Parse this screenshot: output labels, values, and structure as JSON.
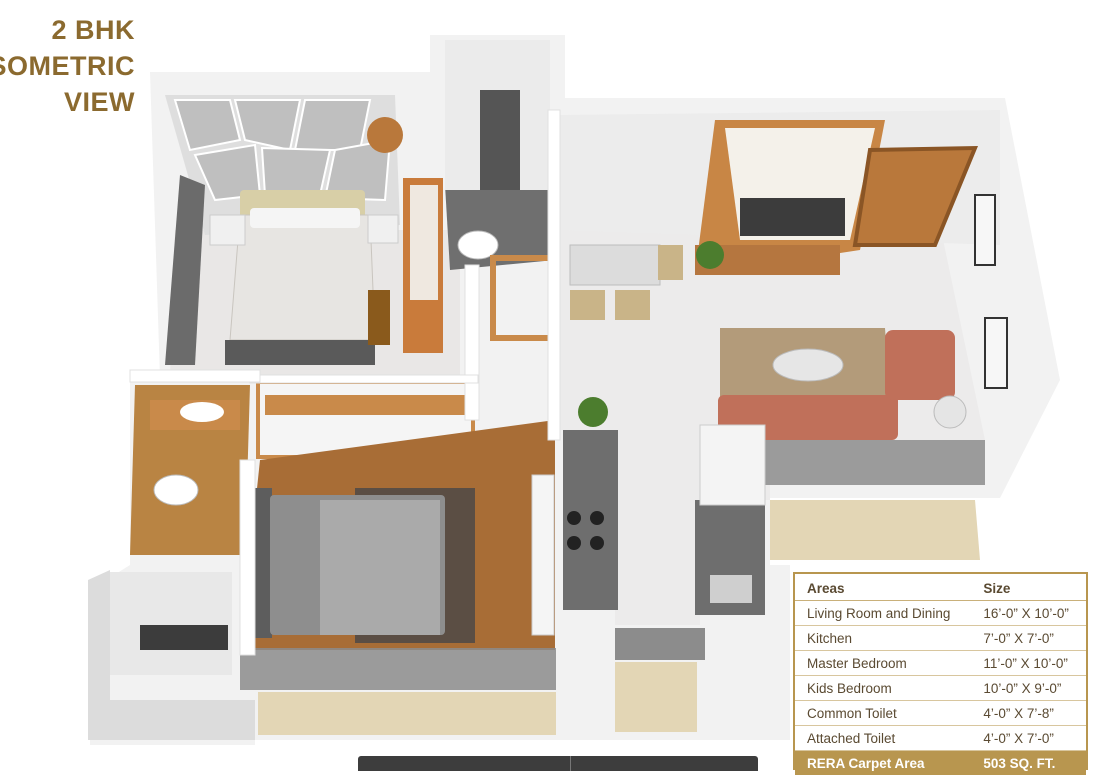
{
  "title": {
    "line1": "2 BHK",
    "line2": "ISOMETRIC",
    "line3": "VIEW"
  },
  "area_table": {
    "header": {
      "areas": "Areas",
      "size": "Size"
    },
    "rows": [
      {
        "area": "Living Room and Dining",
        "size": "16’-0” X 10’-0”"
      },
      {
        "area": "Kitchen",
        "size": "7’-0” X 7’-0”"
      },
      {
        "area": "Master Bedroom",
        "size": "11’-0” X 10’-0”"
      },
      {
        "area": "Kids Bedroom",
        "size": "10’-0” X 9’-0”"
      },
      {
        "area": "Common Toilet",
        "size": "4’-0” X 7’-8”"
      },
      {
        "area": "Attached Toilet",
        "size": "4’-0” X 7’-0”"
      }
    ],
    "total": {
      "label": "RERA Carpet Area",
      "value": "503 SQ. FT."
    }
  },
  "colors": {
    "accent": "#b8964f",
    "title": "#8b6a2f"
  }
}
